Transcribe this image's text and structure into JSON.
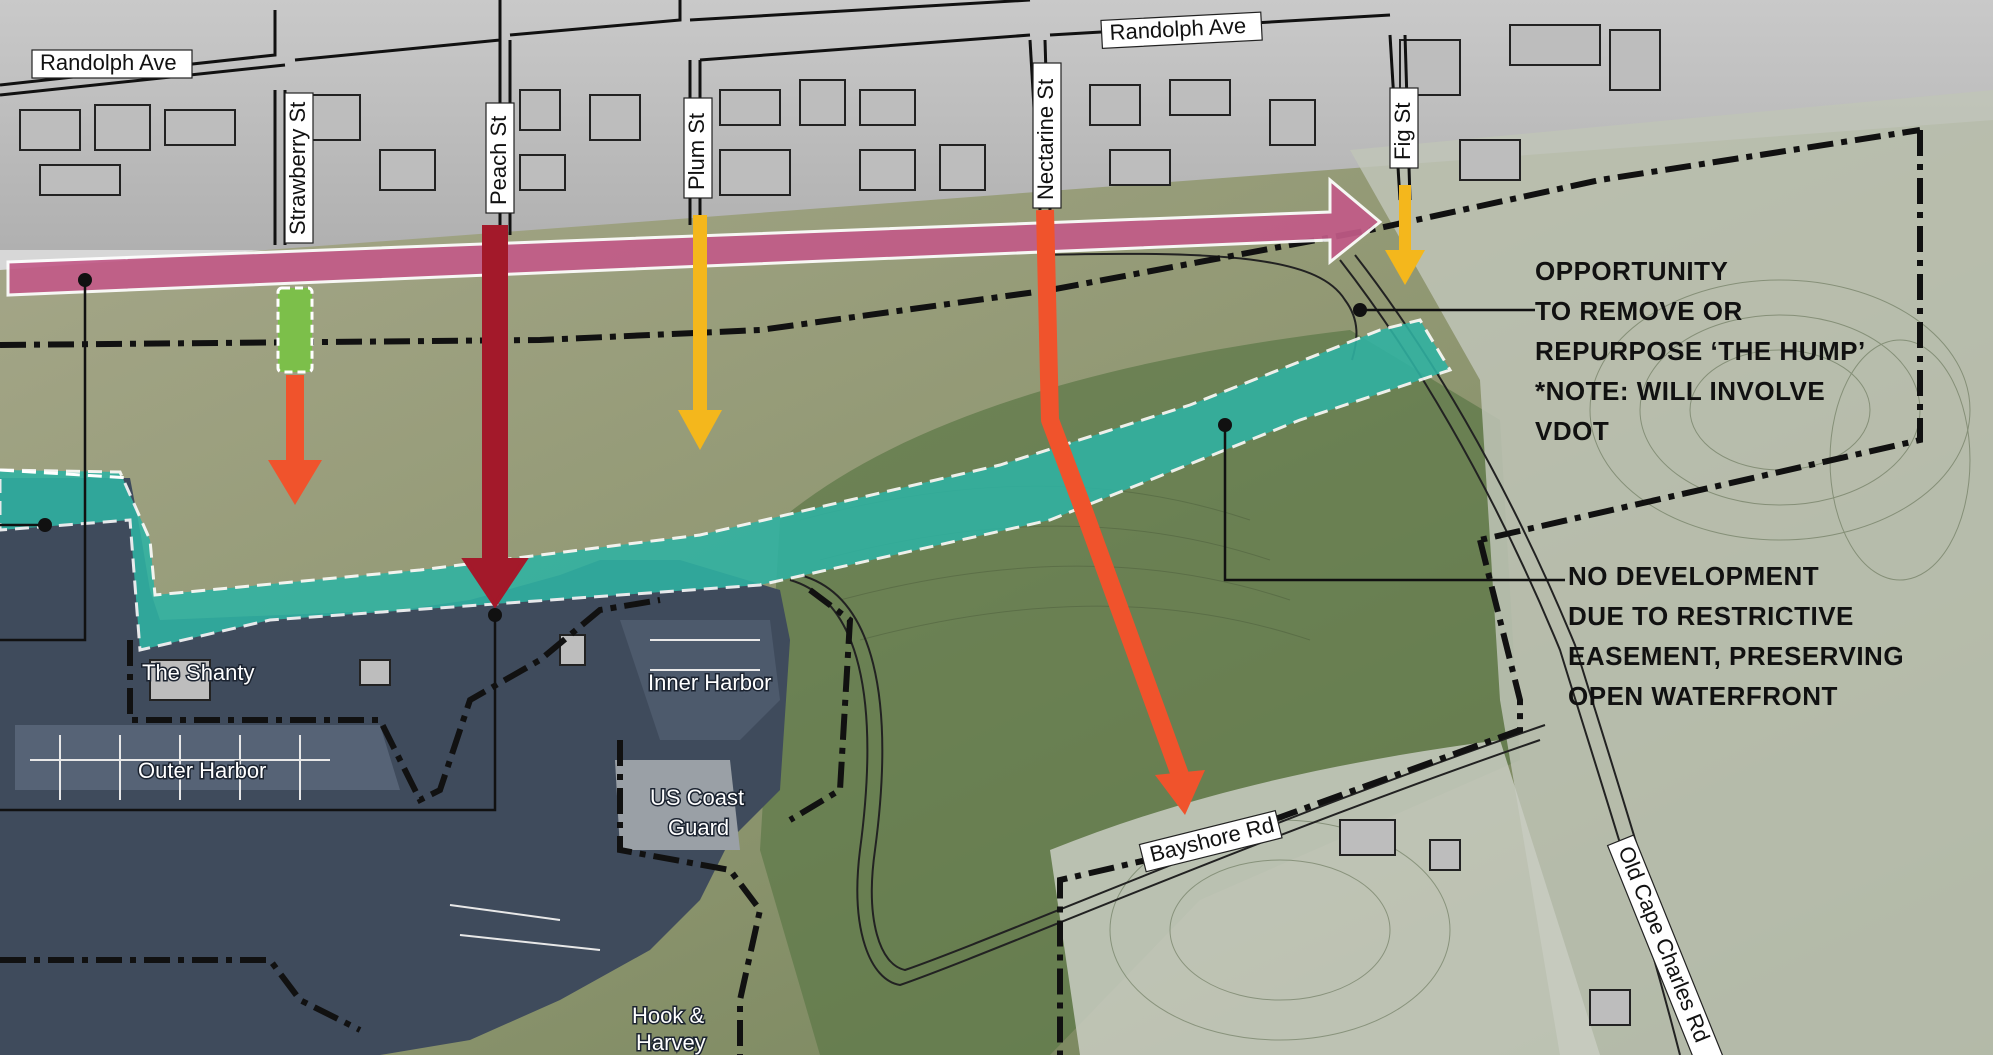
{
  "streets": {
    "randolph_west": "Randolph Ave",
    "randolph_east": "Randolph Ave",
    "strawberry": "Strawberry St",
    "peach": "Peach St",
    "plum": "Plum St",
    "nectarine": "Nectarine St",
    "fig": "Fig St",
    "bayshore": "Bayshore Rd",
    "old_cape_charles": "Old Cape Charles Rd"
  },
  "places": {
    "shanty": "The Shanty",
    "inner_harbor": "Inner Harbor",
    "outer_harbor": "Outer Harbor",
    "coast_guard_line1": "US Coast",
    "coast_guard_line2": "Guard",
    "hook_line1": "Hook &",
    "hook_line2": "Harvey"
  },
  "callouts": {
    "hump": {
      "line1": "OPPORTUNITY",
      "line2": "TO REMOVE OR",
      "line3": "REPURPOSE ‘THE HUMP’",
      "line4": "*NOTE: WILL INVOLVE",
      "line5": "VDOT"
    },
    "easement": {
      "line1": "NO DEVELOPMENT",
      "line2": "DUE TO RESTRICTIVE",
      "line3": "EASEMENT, PRESERVING",
      "line4": "OPEN WATERFRONT"
    }
  },
  "colors": {
    "water": "#3f4b5c",
    "greenway": "#2fb3a3",
    "corridor": "#c25b88",
    "arrow_dark_red": "#a3192a",
    "arrow_orange": "#f0532c",
    "arrow_yellow": "#f4b71c",
    "green_link": "#7cbf4a",
    "urban": "#b9b9b9",
    "grass": "#8f9a6e",
    "forest": "#5e7448"
  }
}
